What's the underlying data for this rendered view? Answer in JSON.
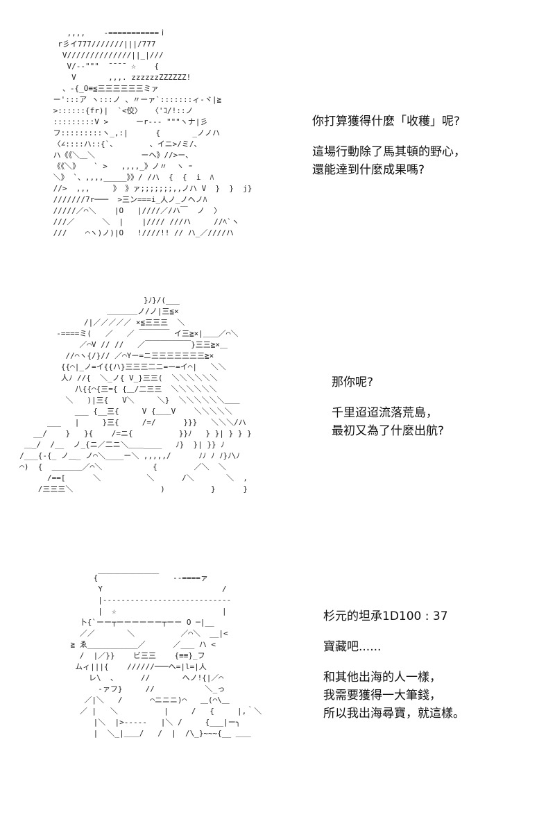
{
  "panels": [
    {
      "art": "    ,,,,    -===========ｉ\n  r彡イ777///////|||/777\n   V//////////////||_|///\n    V/--\"\"\"  ̄ ̄ ̄ ̄  ☆    {\n     V       ,,,. zzzzzzZZZZZZ!\n   、-{_O≡≦三三三三三三ミァ\n ー':::ア ヽ:::ノ 、〃ーァ`:::::::ィ-ヾ|≧\n >::::::{fr)|  `<佼〉  〈'ｺ/!::ノ\n :::::::::V >      ーr--- \"\"\"ヽナ|彡\n フ:::::::::ヽ_,:|      {       _ノノハ\n 〈∠::::ハ::{`、       、イニ>/ミ/、\n ハ《《＼＿＼          ーヘ》//>ー、\n 《《＼》   ` >   ,,,,_》ノ〃  ヽ ｰ\n ＼》 `、,,,,_____》》/ /ハ  {  {  i  ﾊ\n //>  ,,,     》 》ァ;;;;;;;,,ノハ V  }  }  j}\n ///////7r───  >三ン===i_人ノ_ノヘノﾊ\n /////／⌒＼    |O   |////／/ハ￣  ノ  〉\n ///／      ＼  |    |//// ///ハ     //ﾍ`ヽ\n ///    ⌒ヽ)ノ)|O   !////!! // ハ_／////ハ",
      "dialogue": {
        "line1": "你打算獲得什麼「收穫」呢?",
        "line2": "這場行動除了馬其頓的野心，",
        "line3": "還能達到什麼成果嗎?"
      }
    },
    {
      "art": "                             }ﾉ}/(___\n                     ＿＿＿＿ノ/ノ|三≦×\n                /|／／／／／ ×≦三三三  ＼\n          -====ミ(   ／   ／ ￣￣￣￣ イ三≧×|＿＿／⌒＼\n               ／⌒V // //   ／￣￣￣￣￣￣}三三≧×＿\n            //⌒ヽ{/}// ／⌒Yー=ニ三三三三三三三≧×\n           {{⌒|_ノ=イ{{ハ}三三三二ニ=ー=イ⌒|   ＼＼\n           人ﾉ //{  ＼_ノ{ V_}三三(  ＼＼＼＼＼＼\n              八{{⌒{三={ {＿/二三三  ＼＼＼＼＼＼\n            ＼   )|三{   V＼     ＼}  ＼＼＼＼＼＼＿＿\n              ___ {__三{     V {＿＿V    ＼＼＼＼＼  \n        ___   |     }三{     /=/      }}}   ＼＼＼/ハ\n     __/    }   }{    /=ニ{          }}ﾉ   } }| } } }\n   ＿_/  /__  ノ_{ニ／二ニ＼＿＿____   ﾉ}  }| }} ﾉ\n  /___{-{_ ノ＿_ ノ⌒＼____ー＼ ,,,,,/      ﾉﾉ ﾉ ﾉ}ﾉ\\ﾉ\n  ⌒)  {  ＿＿＿＿／⌒＼           {        ／＼  ＼\n        /==[      ＼          ＼      /＼       ＼  ,\n      /三三三＼                   )          }      }",
      "dialogue": {
        "line1": "那你呢?",
        "line2": "千里迢迢流落荒島，",
        "line3": "最初又為了什麼出航?"
      }
    },
    {
      "art": "         {￣￣￣￣￣￣￣￣   --====ァ\n          Y                          /\n          |----------------------------\n          |  ☆                       |\n      卜{`ーー┬ーーーーーー┬ーー O ─|__\n      ／／       ＼          ／⌒＼  __|<\n    ≧ ゑ___________／      ／___ ハ <\n      /  |／}}    ビ三三    {≡≡}_フ\n     ムィ|||{    //////───ヘ=|l=|人\n        レ\\  、     //       ヘノ!{|／⌒\n          ‐ァフ}     //           ＼_っ\n       ／|＼   /      ⌒ニニニ)⌒   ＿(⌒\\＿\n      ／ |   ＼          |     /   {     |,｀＼\n         |＼  |>-----   |＼ /     {___|ー╮\n         |  ＼_|＿＿/   /  |  /\\_}~~~{__ ＿＿",
      "dialogue": {
        "line1": "杉元的坦承1D100 : 37",
        "line2": "寶藏吧......",
        "line3": "和其他出海的人一樣，",
        "line4": "我需要獲得一大筆錢，",
        "line5": "所以我出海尋寶，就這樣。"
      }
    }
  ]
}
